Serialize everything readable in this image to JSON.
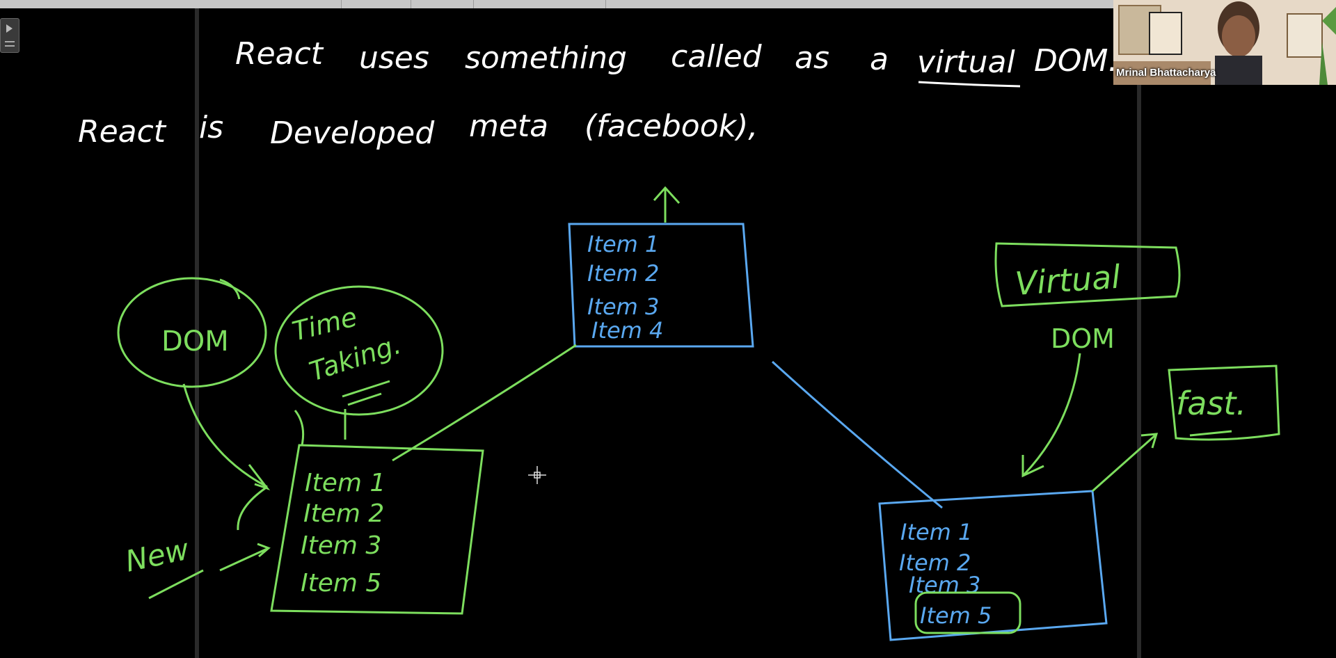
{
  "participant": {
    "name": "Mrinal Bhattacharya"
  },
  "colors": {
    "background": "#000000",
    "white_ink": "#ffffff",
    "green_ink": "#7dde5e",
    "blue_ink": "#5aa8f0",
    "toolbar": "#c8c8c8"
  },
  "whiteboard": {
    "line1": [
      "React",
      "uses",
      "something",
      "called",
      "as",
      "a",
      "virtual",
      "DOM."
    ],
    "line2": [
      "React",
      "is",
      "Developed",
      "meta",
      "(facebook),"
    ],
    "dom_bubble": "DOM",
    "time_bubble": [
      "Time",
      "Taking."
    ],
    "new_label": "New",
    "virtual_box": "Virtual",
    "virtual_dom": "DOM",
    "fast_box": "fast.",
    "top_box_items": [
      "Item 1",
      "Item 2",
      "Item 3",
      "Item 4"
    ],
    "left_box_items": [
      "Item 1",
      "Item 2",
      "Item 3",
      "Item 5"
    ],
    "right_box_items": [
      "Item 1",
      "Item 2",
      "Item 3",
      "Item 5"
    ]
  }
}
